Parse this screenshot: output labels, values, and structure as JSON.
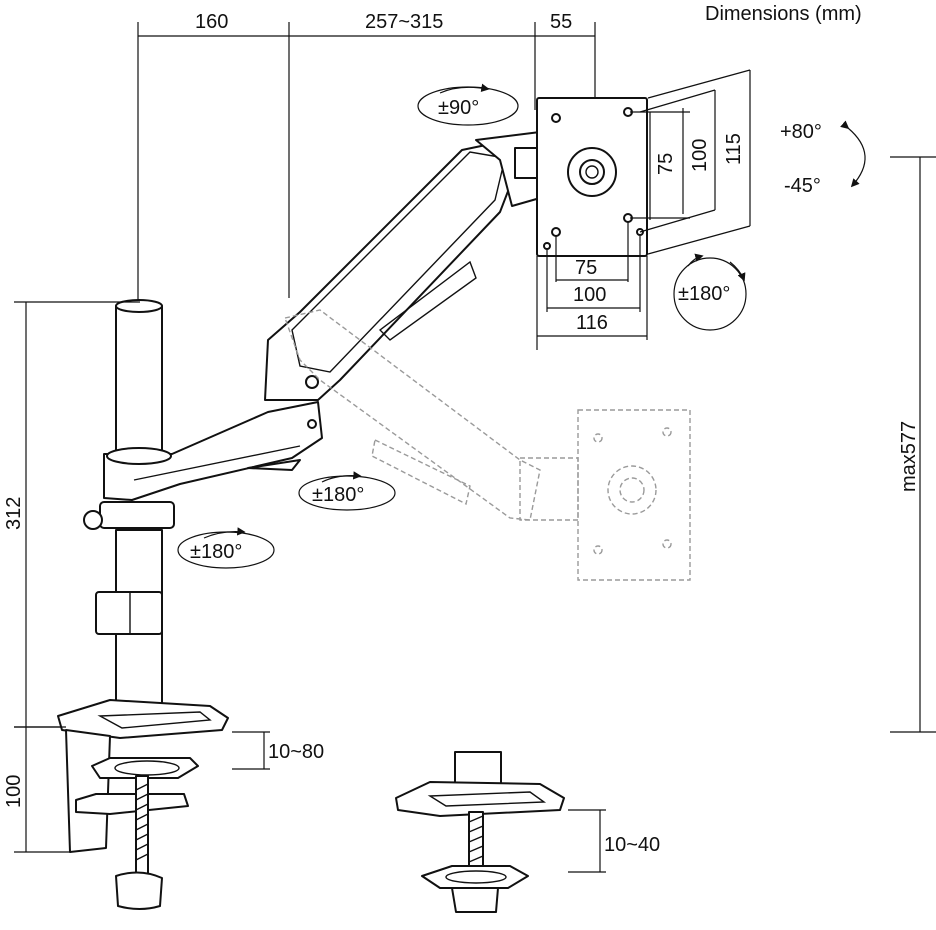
{
  "title": "Dimensions (mm)",
  "dimensions": {
    "arm_pole_offset": "160",
    "arm_reach": "257~315",
    "head_depth": "55",
    "vesa_height_outer": "115",
    "vesa_height_mid": "100",
    "vesa_height_inner": "75",
    "vesa_width_inner": "75",
    "vesa_width_mid": "100",
    "vesa_width_outer": "116",
    "pole_height": "312",
    "clamp_height": "100",
    "clamp_range": "10~80",
    "grommet_range": "10~40",
    "max_height": "max577"
  },
  "rotations": {
    "swivel_head": "±90°",
    "tilt_up": "+80°",
    "tilt_down": "-45°",
    "rotate_screen": "±180°",
    "swivel_arm": "±180°",
    "swivel_base": "±180°"
  }
}
